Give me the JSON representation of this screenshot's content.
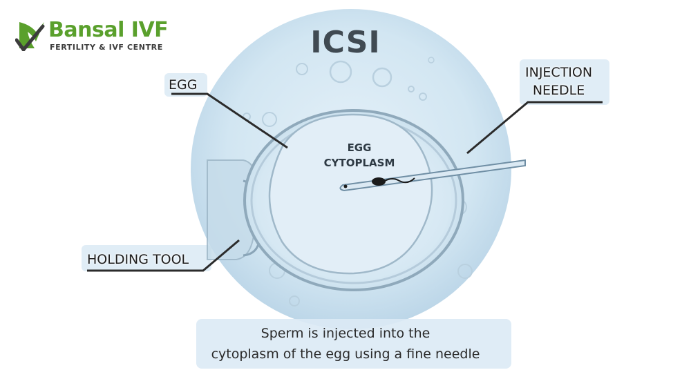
{
  "brand": {
    "name": "Bansal IVF",
    "tagline": "FERTILITY & IVF CENTRE",
    "logo_icon": "leaf-checkmark-icon",
    "colors": {
      "green": "#5aa02c",
      "dark": "#3c3c3c"
    }
  },
  "diagram": {
    "title": "ICSI",
    "labels": {
      "egg": "EGG",
      "egg_cytoplasm_line1": "EGG",
      "egg_cytoplasm_line2": "CYTOPLASM",
      "injection_needle_line1": "INJECTION",
      "injection_needle_line2": "NEEDLE",
      "holding_tool": "HOLDING TOOL"
    },
    "caption_line1": "Sperm is injected into the",
    "caption_line2": "cytoplasm of the egg using a fine needle",
    "colors": {
      "dish": "#cfe4f1",
      "egg_outline": "#8fa9bb",
      "label_underlay": "#dbeaf5",
      "leader_line": "#2b2b2b"
    }
  }
}
